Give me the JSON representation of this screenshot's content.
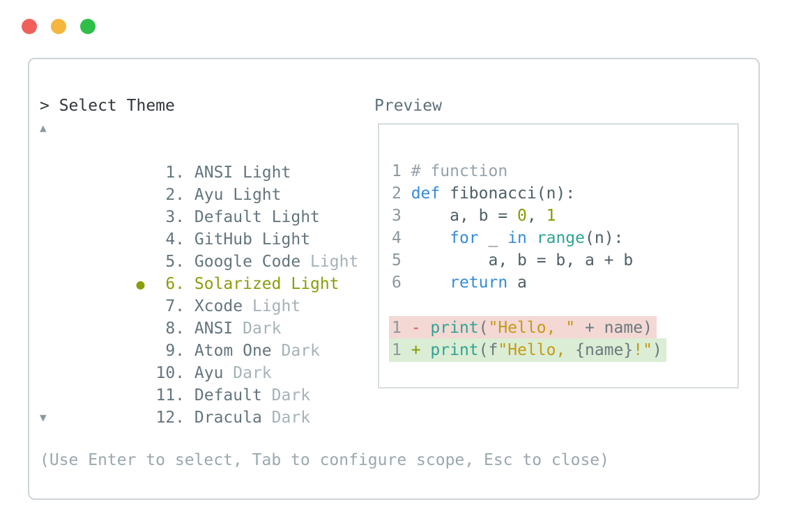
{
  "window": {
    "traffic_lights": [
      {
        "name": "close",
        "color": "#f0605b"
      },
      {
        "name": "minimize",
        "color": "#f4b63d"
      },
      {
        "name": "zoom",
        "color": "#2fbe4a"
      }
    ]
  },
  "picker": {
    "title": "> Select Theme",
    "scroll_up": "▲",
    "scroll_down": "▼",
    "bullet": "●",
    "items": [
      {
        "num": " 1. ",
        "name": "ANSI Light",
        "variant": "",
        "selected": false
      },
      {
        "num": " 2. ",
        "name": "Ayu Light",
        "variant": "",
        "selected": false
      },
      {
        "num": " 3. ",
        "name": "Default Light",
        "variant": "",
        "selected": false
      },
      {
        "num": " 4. ",
        "name": "GitHub Light",
        "variant": "",
        "selected": false
      },
      {
        "num": " 5. ",
        "name": "Google Code",
        "variant": " Light",
        "selected": false
      },
      {
        "num": " 6. ",
        "name": "Solarized Light",
        "variant": "",
        "selected": true
      },
      {
        "num": " 7. ",
        "name": "Xcode",
        "variant": " Light",
        "selected": false
      },
      {
        "num": " 8. ",
        "name": "ANSI",
        "variant": " Dark",
        "selected": false
      },
      {
        "num": " 9. ",
        "name": "Atom One",
        "variant": " Dark",
        "selected": false
      },
      {
        "num": "10. ",
        "name": "Ayu",
        "variant": " Dark",
        "selected": false
      },
      {
        "num": "11. ",
        "name": "Default",
        "variant": " Dark",
        "selected": false
      },
      {
        "num": "12. ",
        "name": "Dracula",
        "variant": " Dark",
        "selected": false
      }
    ],
    "help": "(Use Enter to select, Tab to configure scope, Esc to close)"
  },
  "preview": {
    "label": "Preview",
    "lines": [
      {
        "bg": "",
        "tokens": [
          {
            "c": "ln",
            "t": "1 "
          },
          {
            "c": "cm",
            "t": "# function"
          }
        ]
      },
      {
        "bg": "",
        "tokens": [
          {
            "c": "ln",
            "t": "2 "
          },
          {
            "c": "kw",
            "t": "def"
          },
          {
            "c": "pl",
            "t": " fibonacci(n):"
          }
        ]
      },
      {
        "bg": "",
        "tokens": [
          {
            "c": "ln",
            "t": "3 "
          },
          {
            "c": "pl",
            "t": "    a, b = "
          },
          {
            "c": "nm",
            "t": "0"
          },
          {
            "c": "pl",
            "t": ", "
          },
          {
            "c": "nm",
            "t": "1"
          }
        ]
      },
      {
        "bg": "",
        "tokens": [
          {
            "c": "ln",
            "t": "4 "
          },
          {
            "c": "pl",
            "t": "    "
          },
          {
            "c": "kw",
            "t": "for"
          },
          {
            "c": "pl",
            "t": " _ "
          },
          {
            "c": "kw",
            "t": "in"
          },
          {
            "c": "pl",
            "t": " "
          },
          {
            "c": "fn",
            "t": "range"
          },
          {
            "c": "pl",
            "t": "(n):"
          }
        ]
      },
      {
        "bg": "",
        "tokens": [
          {
            "c": "ln",
            "t": "5 "
          },
          {
            "c": "pl",
            "t": "        a, b = b, a + b"
          }
        ]
      },
      {
        "bg": "",
        "tokens": [
          {
            "c": "ln",
            "t": "6 "
          },
          {
            "c": "pl",
            "t": "    "
          },
          {
            "c": "kw",
            "t": "return"
          },
          {
            "c": "pl",
            "t": " a"
          }
        ]
      },
      {
        "bg": "",
        "tokens": []
      },
      {
        "bg": "removed",
        "tokens": [
          {
            "c": "ln",
            "t": "1 "
          },
          {
            "c": "rm",
            "t": "- "
          },
          {
            "c": "fn",
            "t": "print"
          },
          {
            "c": "pl2",
            "t": "("
          },
          {
            "c": "st",
            "t": "\"Hello, \""
          },
          {
            "c": "pl2",
            "t": " + name)"
          }
        ]
      },
      {
        "bg": "added",
        "tokens": [
          {
            "c": "ln",
            "t": "1 "
          },
          {
            "c": "ad",
            "t": "+ "
          },
          {
            "c": "fn",
            "t": "print"
          },
          {
            "c": "pl2",
            "t": "(f"
          },
          {
            "c": "st",
            "t": "\"Hello, "
          },
          {
            "c": "pl2",
            "t": "{name}"
          },
          {
            "c": "st",
            "t": "!\""
          },
          {
            "c": "pl2",
            "t": ")"
          }
        ]
      }
    ]
  },
  "colors": {
    "selected_accent": "#8c9c0a",
    "list_text": "#64757e",
    "list_variant_dim": "#a5b2b8",
    "title_text": "#30373b",
    "help_text": "#99a8ae",
    "diff_removed_bg": "#f3d8d4",
    "diff_added_bg": "#dbedd4",
    "keyword": "#358bdb",
    "function_call": "#2fa394",
    "string": "#c49a16",
    "number": "#859900",
    "comment": "#95a3aa",
    "minus": "#e2544b",
    "plus": "#859900",
    "traffic_red": "#f0605b",
    "traffic_yellow": "#f4b63d",
    "traffic_green": "#2fbe4a"
  }
}
